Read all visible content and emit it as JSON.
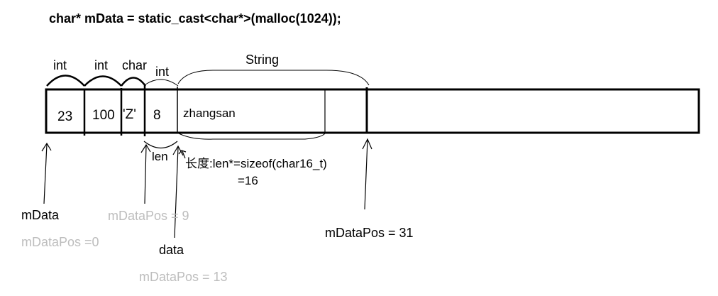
{
  "code_line": "char* mData = static_cast<char*>(malloc(1024));",
  "top_labels": {
    "int1": "int",
    "int2": "int",
    "char": "char",
    "int3": "int",
    "string": "String"
  },
  "cells": {
    "c1": "23",
    "c2": "100",
    "c3": "'Z'",
    "c4": "8",
    "c5": "zhangsan"
  },
  "annotations": {
    "len": "len",
    "length_formula": "长度:len*=sizeof(char16_t)",
    "length_value": "=16",
    "mdata": "mData",
    "pos0": "mDataPos =0",
    "pos9": "mDataPos = 9",
    "data": "data",
    "pos13": "mDataPos = 13",
    "pos31": "mDataPos = 31"
  },
  "colors": {
    "ink": "#000000",
    "faded": "#bdbdbd"
  }
}
